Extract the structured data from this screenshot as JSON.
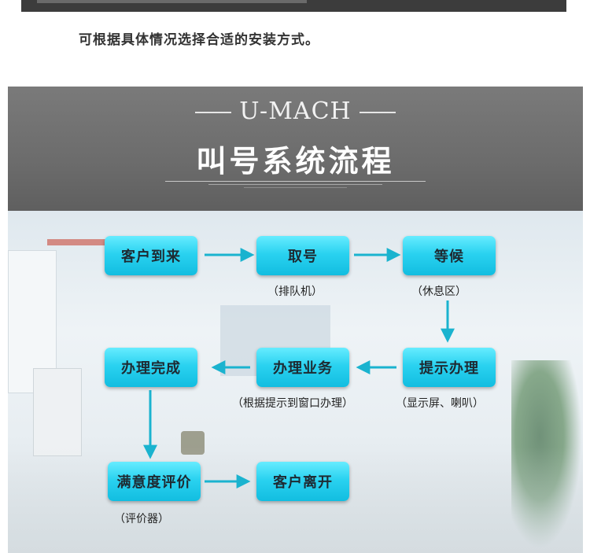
{
  "intro_text": "可根据具体情况选择合适的安装方式。",
  "header": {
    "brand": "U-MACH",
    "title": "叫号系统流程"
  },
  "flow": {
    "nodes": {
      "arrive": "客户到来",
      "take_number": "取号",
      "wait": "等候",
      "prompt": "提示办理",
      "handle": "办理业务",
      "complete": "办理完成",
      "evaluate": "满意度评价",
      "leave": "客户离开"
    },
    "notes": {
      "take_number": "（排队机）",
      "wait": "（休息区）",
      "prompt": "（显示屏、喇叭）",
      "handle": "（根据提示到窗口办理）",
      "evaluate": "（评价器）"
    }
  },
  "colors": {
    "node_top": "#66ecff",
    "node_bottom": "#12bde0",
    "arrow": "#1ab3cf",
    "header_bg": "#6c6c6c"
  }
}
